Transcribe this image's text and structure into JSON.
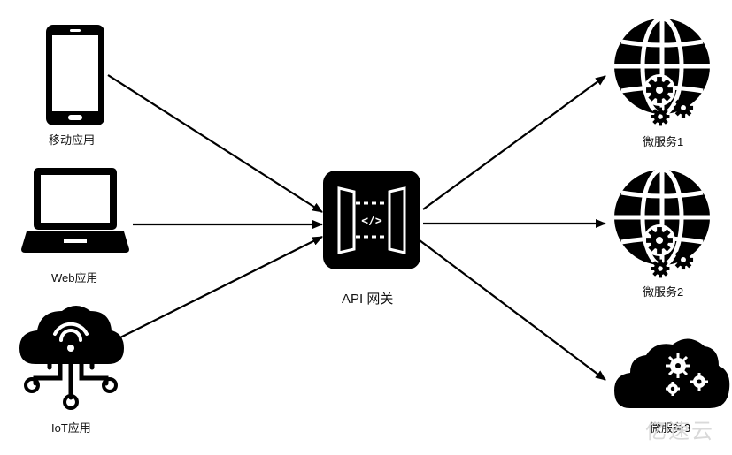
{
  "clients": {
    "mobile": "移动应用",
    "web": "Web应用",
    "iot": "IoT应用"
  },
  "gateway": {
    "label": "API 网关"
  },
  "services": {
    "s1": "微服务1",
    "s2": "微服务2",
    "s3": "微服务3"
  },
  "watermark": "亿速云",
  "colors": {
    "ink": "#000000",
    "background": "#ffffff"
  }
}
